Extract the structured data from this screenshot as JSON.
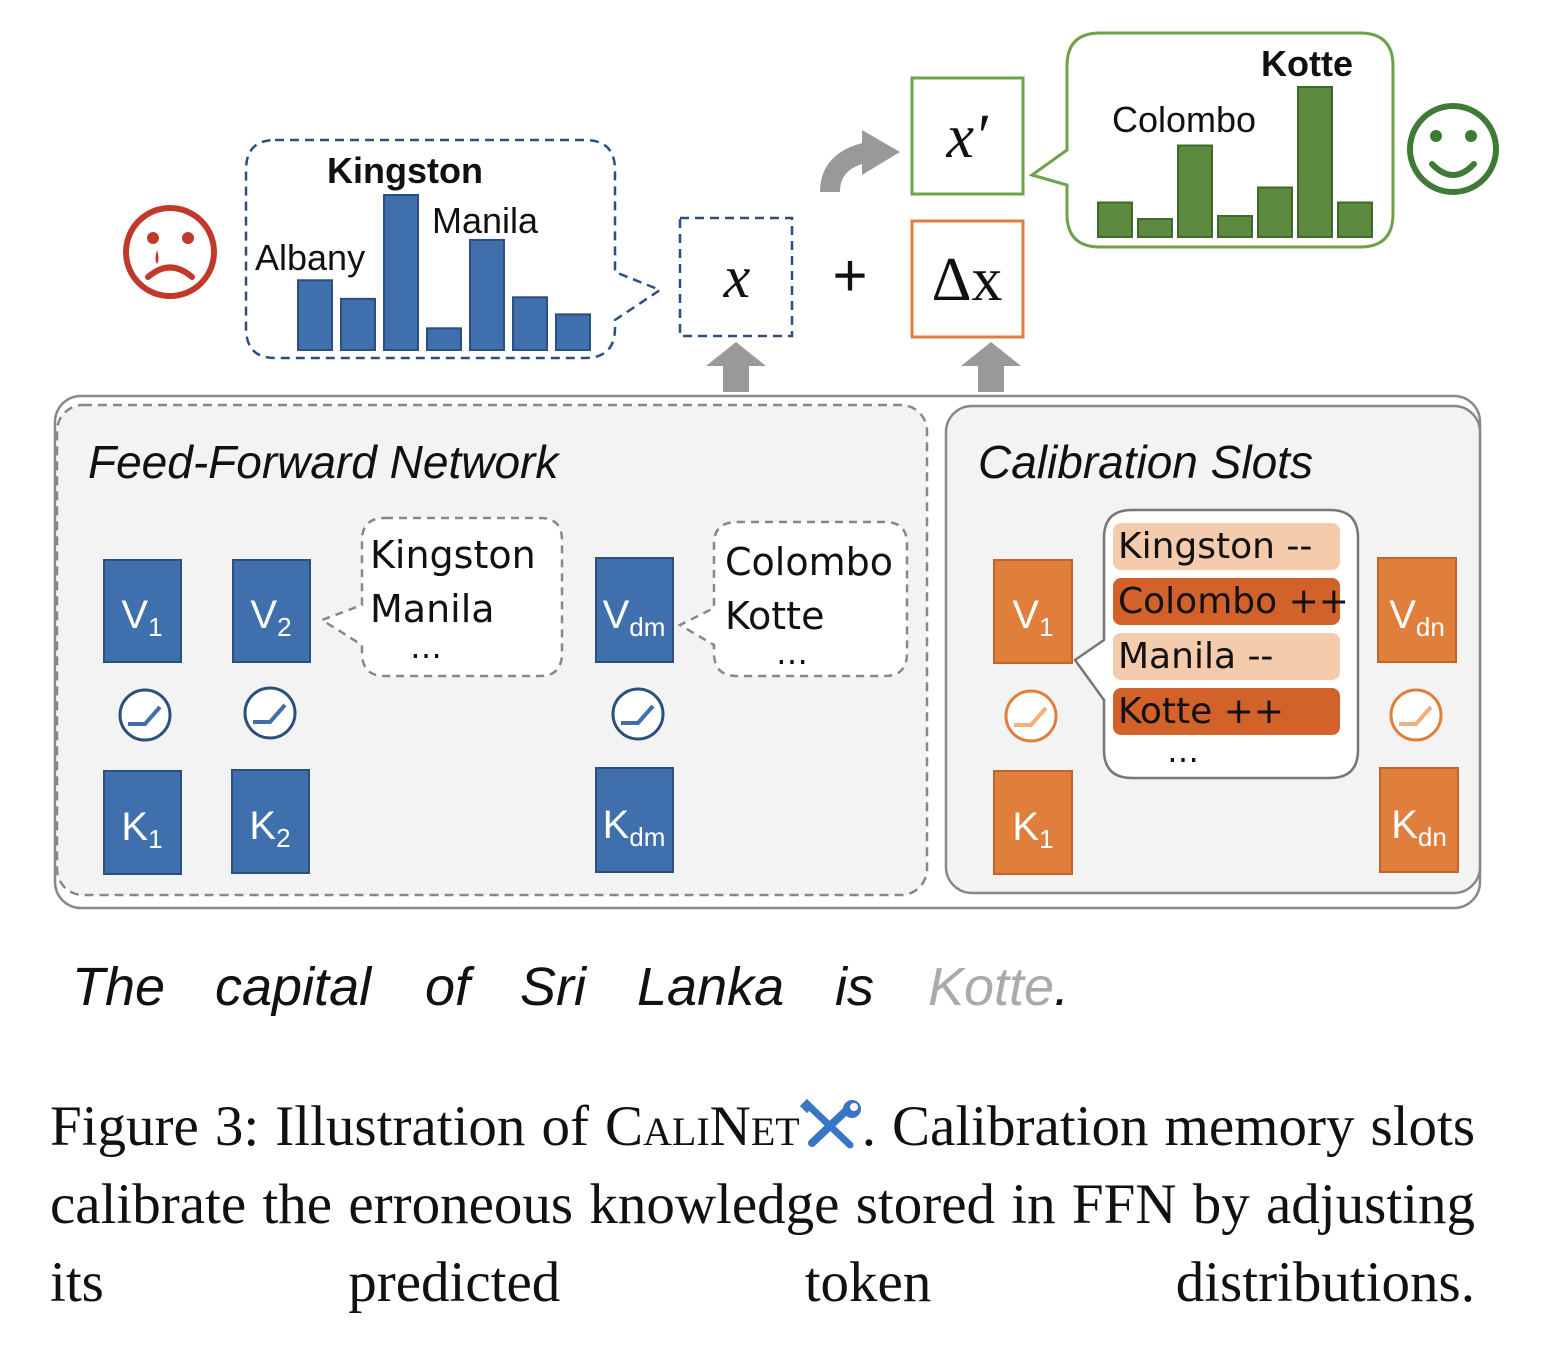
{
  "colors": {
    "blue": "#3f6fad",
    "blue_dark": "#2c4f80",
    "orange": "#e07f3b",
    "orange_light": "#f4ccad",
    "orange_dark": "#d2622a",
    "green": "#5b8a3e",
    "green_border": "#6ea24b",
    "red_face": "#c0392b",
    "green_face": "#3f7a36",
    "arrow_gray": "#999999",
    "panel_fill": "#f3f3f3",
    "panel_border": "#888888",
    "faded_word": "#aaaaaa"
  },
  "bad_distribution": {
    "top_label": "Kingston",
    "left_label": "Albany",
    "right_label": "Manila",
    "bar_levels": [
      0.45,
      0.33,
      1.0,
      0.14,
      0.71,
      0.34,
      0.23
    ]
  },
  "good_distribution": {
    "top_label": "Kotte",
    "left_label": "Colombo",
    "bar_levels": [
      0.23,
      0.12,
      0.61,
      0.14,
      0.33,
      1.0,
      0.23
    ]
  },
  "formula": {
    "x": "x",
    "x_prime": "x′",
    "delta_x": "Δx",
    "plus": "+"
  },
  "ffn": {
    "title": "Feed-Forward Network",
    "v1": {
      "main": "V",
      "sub": "1"
    },
    "v2": {
      "main": "V",
      "sub": "2"
    },
    "vdm": {
      "main": "V",
      "sub": "dm"
    },
    "k1": {
      "main": "K",
      "sub": "1"
    },
    "k2": {
      "main": "K",
      "sub": "2"
    },
    "kdm": {
      "main": "K",
      "sub": "dm"
    },
    "bubble1": {
      "line1": "Kingston",
      "line2": "Manila",
      "ellipsis": "…"
    },
    "bubble2": {
      "line1": "Colombo",
      "line2": "Kotte",
      "ellipsis": "…"
    }
  },
  "calibration": {
    "title": "Calibration Slots",
    "v1": {
      "main": "V",
      "sub": "1"
    },
    "vdn": {
      "main": "V",
      "sub": "dn"
    },
    "k1": {
      "main": "K",
      "sub": "1"
    },
    "kdn": {
      "main": "K",
      "sub": "dn"
    },
    "items": [
      "Kingston --",
      "Colombo ++",
      "Manila --",
      "Kotte ++"
    ],
    "ellipsis": "…"
  },
  "sentence": {
    "words": [
      "The",
      "capital",
      "of",
      "Sri",
      "Lanka",
      "is"
    ],
    "answer": "Kotte",
    "end": "."
  },
  "caption": {
    "prefix": "Figure 3:",
    "text1": "Illustration of",
    "model": "CaliNet",
    "text2": ". Calibration memory slots calibrate the erroneous knowledge stored in FFN by adjusting its predicted token distributions."
  }
}
